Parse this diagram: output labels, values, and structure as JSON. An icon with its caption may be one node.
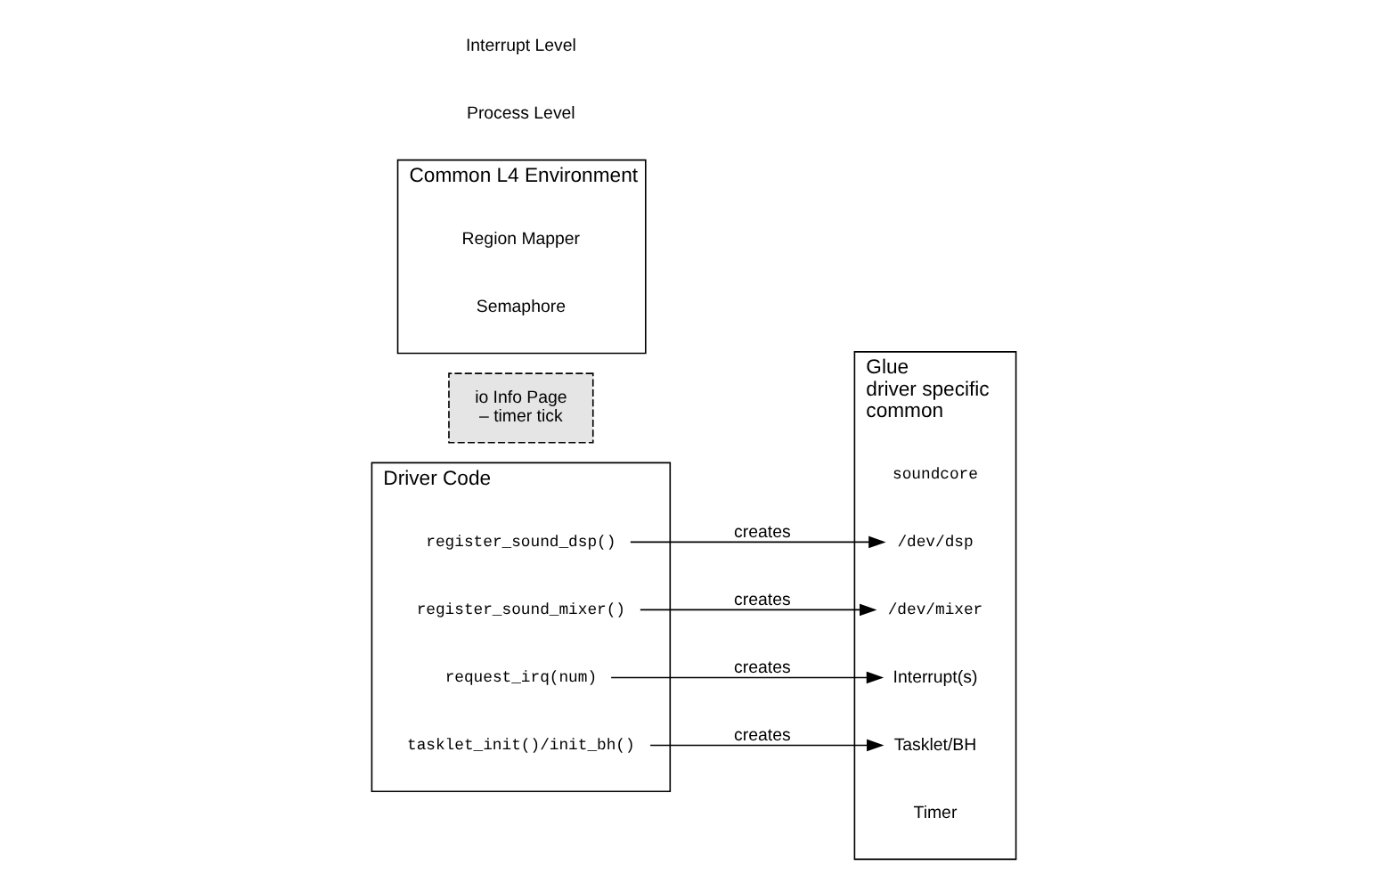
{
  "diagram": {
    "nodes": [
      {
        "text": [
          "Driver Code"
        ]
      },
      {
        "text": [
          "register_sound_dsp()"
        ],
        "in": 0
      },
      {
        "text": [
          "register_sound_mixer()"
        ],
        "in": 0
      },
      {
        "text": [
          "request_irq(num)"
        ],
        "in": 0
      },
      {
        "text": [
          "tasklet_init()/init_bh()"
        ],
        "in": 0
      },
      {
        "text": [
          "Glue",
          "driver specific",
          "common"
        ]
      },
      {
        "text": [
          "soundcore"
        ],
        "in": 5
      },
      {
        "text": [
          "/dev/dsp"
        ],
        "in": 5
      },
      {
        "text": [
          "/dev/mixer"
        ],
        "in": 5
      },
      {
        "text": [
          "Interrupt(s)"
        ],
        "in": 5
      },
      {
        "text": [
          "Tasklet/BH"
        ],
        "in": 5
      },
      {
        "text": [
          "Timer"
        ],
        "in": 5
      },
      {
        "text": [
          "io Info Page",
          "– timer tick"
        ]
      },
      {
        "text": [
          "Common L4 Environment"
        ]
      },
      {
        "text": [
          "Region Mapper"
        ],
        "in": 13
      },
      {
        "text": [
          "Semaphore"
        ],
        "in": 13
      }
    ],
    "edges": [
      {
        "from": 1,
        "to": 7,
        "arrow": "to",
        "label": "creates"
      },
      {
        "from": 2,
        "to": 8,
        "arrow": "to",
        "label": "creates"
      },
      {
        "from": 3,
        "to": 9,
        "arrow": "to",
        "label": "creates"
      },
      {
        "from": 4,
        "to": 10,
        "arrow": "to",
        "label": "creates"
      }
    ],
    "labels": [
      "Process Level",
      "Interrupt Level"
    ]
  }
}
